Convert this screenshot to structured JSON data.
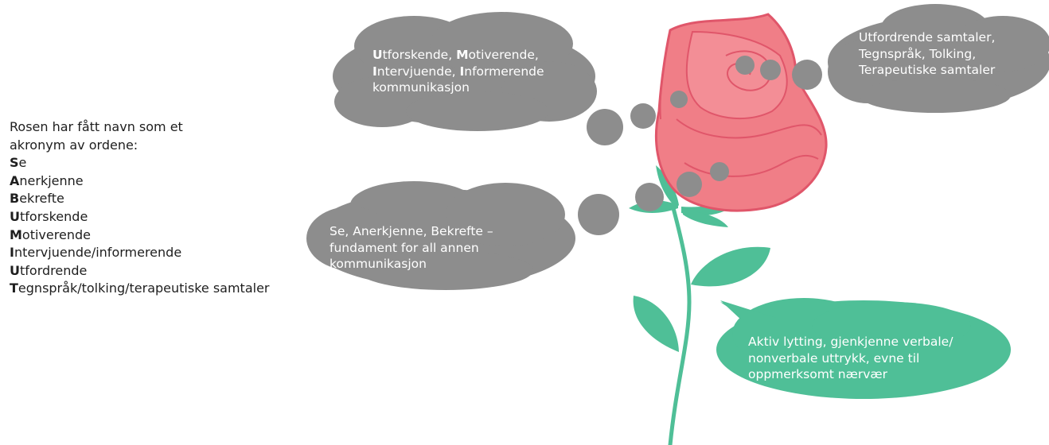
{
  "acronym": {
    "intro": [
      "Rosen har fått navn som et",
      "akronym av ordene:"
    ],
    "items": [
      {
        "initial": "S",
        "rest": "e"
      },
      {
        "initial": "A",
        "rest": "nerkjenne"
      },
      {
        "initial": "B",
        "rest": "ekrefte"
      },
      {
        "initial": "U",
        "rest": "tforskende"
      },
      {
        "initial": "M",
        "rest": "otiverende"
      },
      {
        "initial": "I",
        "rest": "ntervjuende/informerende"
      },
      {
        "initial": "U",
        "rest": "tfordrende"
      },
      {
        "initial": "T",
        "rest": "egnspråk/tolking/terapeutiske samtaler"
      }
    ]
  },
  "bubbles": {
    "utforskende": {
      "line1": [
        {
          "b": "U",
          "t": "tforskende, "
        },
        {
          "b": "M",
          "t": "otiverende,"
        }
      ],
      "line2": [
        {
          "b": "I",
          "t": "ntervjuende, "
        },
        {
          "b": "I",
          "t": "nformerende"
        }
      ],
      "line3": "kommunikasjon"
    },
    "sab": {
      "lines": [
        "Se, Anerkjenne, Bekrefte –",
        "fundament for all annen",
        "kommunikasjon"
      ]
    },
    "utfordrende": {
      "lines": [
        "Utfordrende samtaler,",
        "Tegnspråk, Tolking,",
        "Terapeutiske samtaler"
      ]
    },
    "aktiv": {
      "lines": [
        "Aktiv lytting, gjenkjenne verbale/",
        "nonverbale uttrykk, evne til",
        "oppmerksomt nærvær"
      ]
    }
  },
  "colors": {
    "bubble_grey": "#8d8d8d",
    "leaf_green": "#4fbf97",
    "rose_fill": "#f07e87",
    "rose_outline": "#e0566a",
    "text_dark": "#1e1e1e"
  }
}
